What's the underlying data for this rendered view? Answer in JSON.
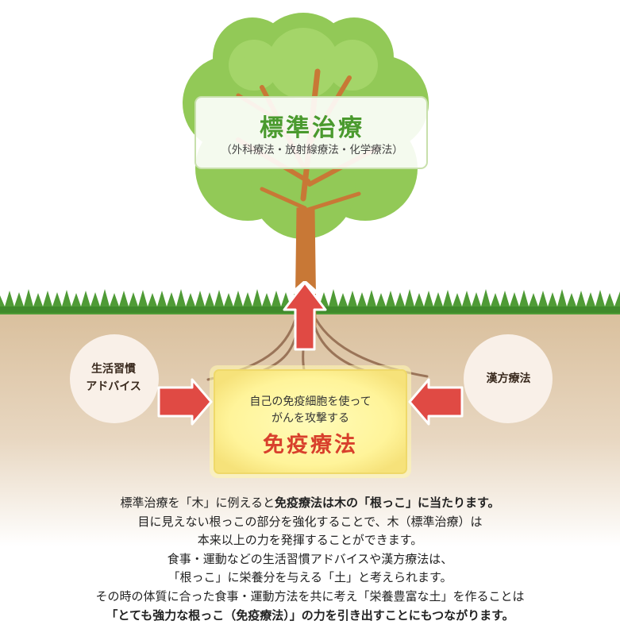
{
  "tree": {
    "title": "標準治療",
    "subtitle": "（外科療法・放射線療法・化学療法）"
  },
  "circles": {
    "lifestyle_line1": "生活習慣",
    "lifestyle_line2": "アドバイス",
    "kampo": "漢方療法"
  },
  "immune_box": {
    "desc_line1": "自己の免疫細胞を使って",
    "desc_line2": "がんを攻撃する",
    "title": "免疫療法"
  },
  "body_text": {
    "line1_a": "標準治療を「木」に例えると",
    "line1_b": "免疫療法は木の「根っこ」に当たります。",
    "line2": "目に見えない根っこの部分を強化することで、木（標準治療）は",
    "line3": "本来以上の力を発揮することができます。",
    "line4": "食事・運動などの生活習慣アドバイスや漢方療法は、",
    "line5": "「根っこ」に栄養分を与える「土」と考えられます。",
    "line6": "その時の体質に合った食事・運動方法を共に考え「栄養豊富な土」を作ることは",
    "line7_a": "「とても強力な根っこ（免疫療法）」",
    "line7_b": "の力を引き出すことにもつながります。"
  },
  "colors": {
    "foliage": "#92c957",
    "foliage_light": "#a9d86e",
    "trunk": "#c87836",
    "soil": "#ddc5a5",
    "grass": "#4f9b36",
    "arrow": "#e04a44",
    "immune_box": "#fff9a8",
    "circle": "#f9f0e8"
  }
}
